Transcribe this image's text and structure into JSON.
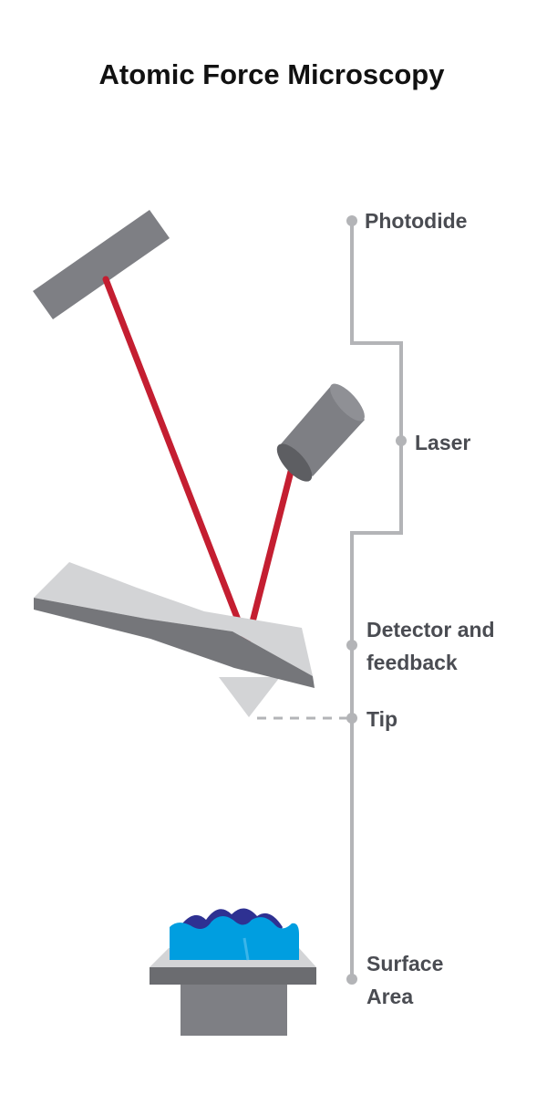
{
  "title": "Atomic Force Microscopy",
  "labels": {
    "photodiode": "Photodide",
    "laser": "Laser",
    "detector_line1": "Detector and",
    "detector_line2": "feedback",
    "tip": "Tip",
    "surface_line1": "Surface",
    "surface_line2": "Area"
  },
  "colors": {
    "beam": "#c41e31",
    "device": "#7e7f84",
    "device_dark": "#6b6c70",
    "cantilever_top": "#d3d4d6",
    "cantilever_edge": "#75767a",
    "connector": "#b3b4b7",
    "sample": "#009ee0",
    "sample_atoms": "#2e3192"
  }
}
